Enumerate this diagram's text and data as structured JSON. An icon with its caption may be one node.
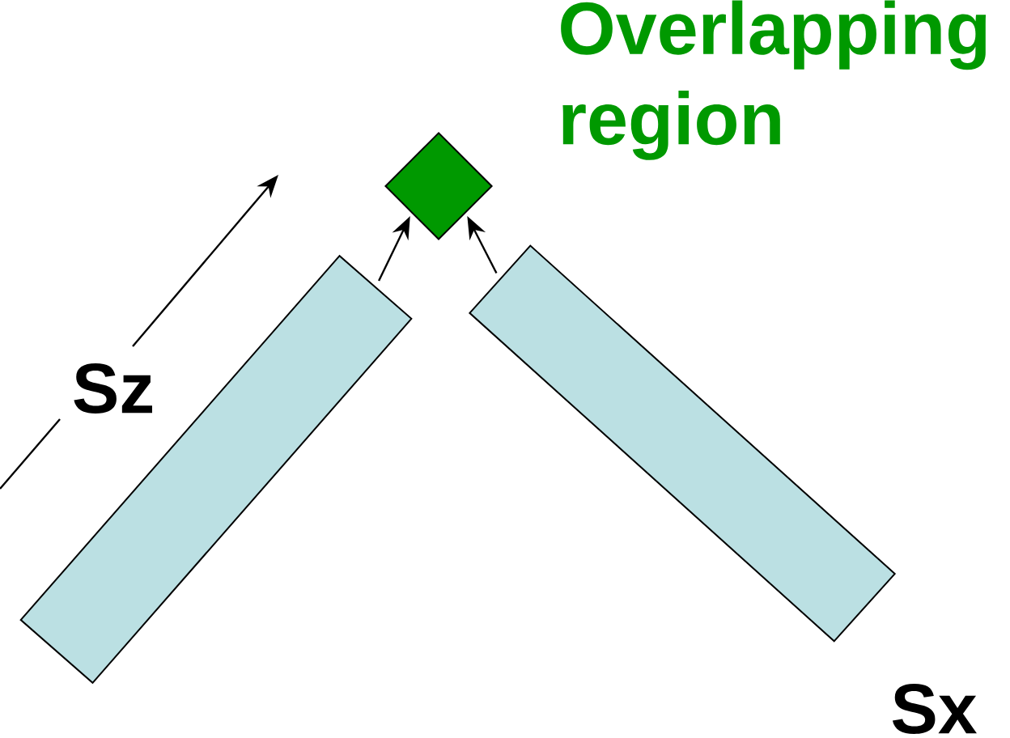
{
  "diagram": {
    "nodes": [
      {
        "text": [],
        "shape": "bar"
      },
      {
        "text": [],
        "shape": "bar"
      },
      {
        "text": [],
        "shape": "diamond",
        "beside": [
          "Overlapping region"
        ]
      }
    ],
    "edges": [
      {
        "from": 0,
        "to": 2,
        "arrow": "to"
      },
      {
        "from": 1,
        "to": 2,
        "arrow": "to"
      }
    ],
    "labels": [
      "Sz",
      "Sx"
    ]
  }
}
